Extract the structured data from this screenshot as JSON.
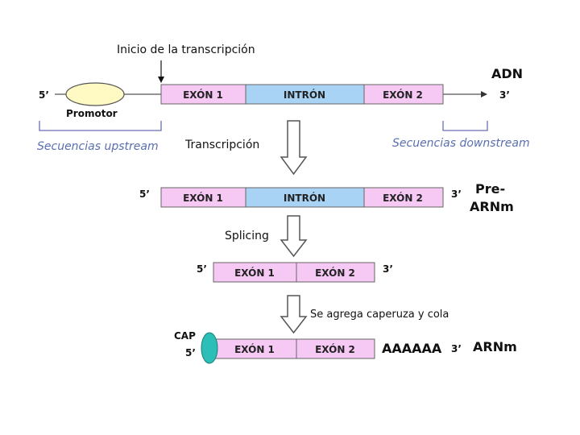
{
  "title_inicio": "Inicio de la transcripción",
  "adn_label": "ADN",
  "pre_arnm_label_1": "Pre-",
  "pre_arnm_label_2": "ARNm",
  "arnm_label": "ARNm",
  "promotor": "Promotor",
  "upstream": "Secuencias upstream",
  "downstream": "Secuencias downstream",
  "transcripcion": "Transcripción",
  "splicing": "Splicing",
  "cap_tail_step": "Se agrega caperuza y cola",
  "cap": "CAP",
  "poly_a": "AAAAAA",
  "five_prime": "5’",
  "three_prime": "3’",
  "exon1": "EXÓN 1",
  "exon2": "EXÓN 2",
  "intron": "INTRÓN",
  "colors": {
    "exon": "#f6c8f4",
    "intron": "#a9d3f5",
    "promoter": "#fff9c4",
    "cap": "#2bbfb8",
    "bracket": "#6a6fb5"
  }
}
